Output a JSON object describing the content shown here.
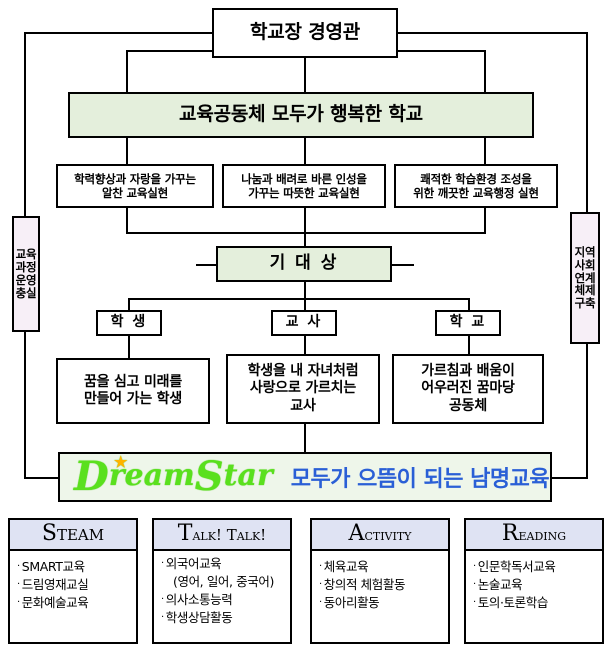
{
  "top": {
    "title": "학교장 경영관"
  },
  "vision": {
    "text": "교육공동체 모두가 행복한 학교"
  },
  "goals": [
    {
      "lines": [
        "학력향상과 자랑을 가꾸는",
        "알찬 교육실현"
      ]
    },
    {
      "lines": [
        "나눔과 배려로 바른 인성을",
        "가꾸는 따뜻한 교육실현"
      ]
    },
    {
      "lines": [
        "쾌적한 학습환경 조성을",
        "위한 깨끗한 교육행정 실현"
      ]
    }
  ],
  "side": {
    "left": [
      "교육",
      "과정",
      "운영",
      "충실"
    ],
    "right": [
      "지역",
      "사회",
      "연계",
      "체제",
      "구축"
    ]
  },
  "expected": {
    "title": "기 대 상"
  },
  "targets": [
    {
      "label": "학 생",
      "lines": [
        "꿈을 심고 미래를",
        "만들어 가는 학생"
      ]
    },
    {
      "label": "교 사",
      "lines": [
        "학생을 내 자녀처럼",
        "사랑으로 가르치는",
        "교사"
      ]
    },
    {
      "label": "학 교",
      "lines": [
        "가르침과 배움이",
        "어우러진 꿈마당",
        "공동체"
      ]
    }
  ],
  "banner": {
    "logo_cap": "D",
    "logo_rest": "ream",
    "logo_cap2": "S",
    "logo_rest2": "tar",
    "star": "★",
    "slogan": "모두가 으뜸이 되는 남명교육"
  },
  "cards": [
    {
      "head_cap": "S",
      "head_rest": "TEAM",
      "items": [
        {
          "text": "SMART교육",
          "cont": false
        },
        {
          "text": "드림영재교실",
          "cont": false
        },
        {
          "text": "문화예술교육",
          "cont": false
        }
      ]
    },
    {
      "head_cap": "T",
      "head_rest": "alk! Talk!",
      "items": [
        {
          "text": "외국어교육",
          "cont": false
        },
        {
          "text": "(영어, 일어, 중국어)",
          "cont": true
        },
        {
          "text": "의사소통능력",
          "cont": false
        },
        {
          "text": "학생상담활동",
          "cont": false
        }
      ]
    },
    {
      "head_cap": "A",
      "head_rest": "ctivity",
      "items": [
        {
          "text": "체육교육",
          "cont": false
        },
        {
          "text": "창의적 체험활동",
          "cont": false
        },
        {
          "text": "동아리활동",
          "cont": false
        }
      ]
    },
    {
      "head_cap": "R",
      "head_rest": "eading",
      "items": [
        {
          "text": "인문학독서교육",
          "cont": false
        },
        {
          "text": "논술교육",
          "cont": false
        },
        {
          "text": "토의·토론학습",
          "cont": false
        }
      ]
    }
  ],
  "colors": {
    "green_fill": "#e4efdc",
    "lilac_fill": "#f7eff7",
    "banner_fill": "#eef6ea",
    "card_head_fill": "#dfe3f3",
    "logo_green": "#5ae01e",
    "logo_star": "#ffb300",
    "slogan_blue": "#2a5fd6",
    "line": "#000000"
  }
}
